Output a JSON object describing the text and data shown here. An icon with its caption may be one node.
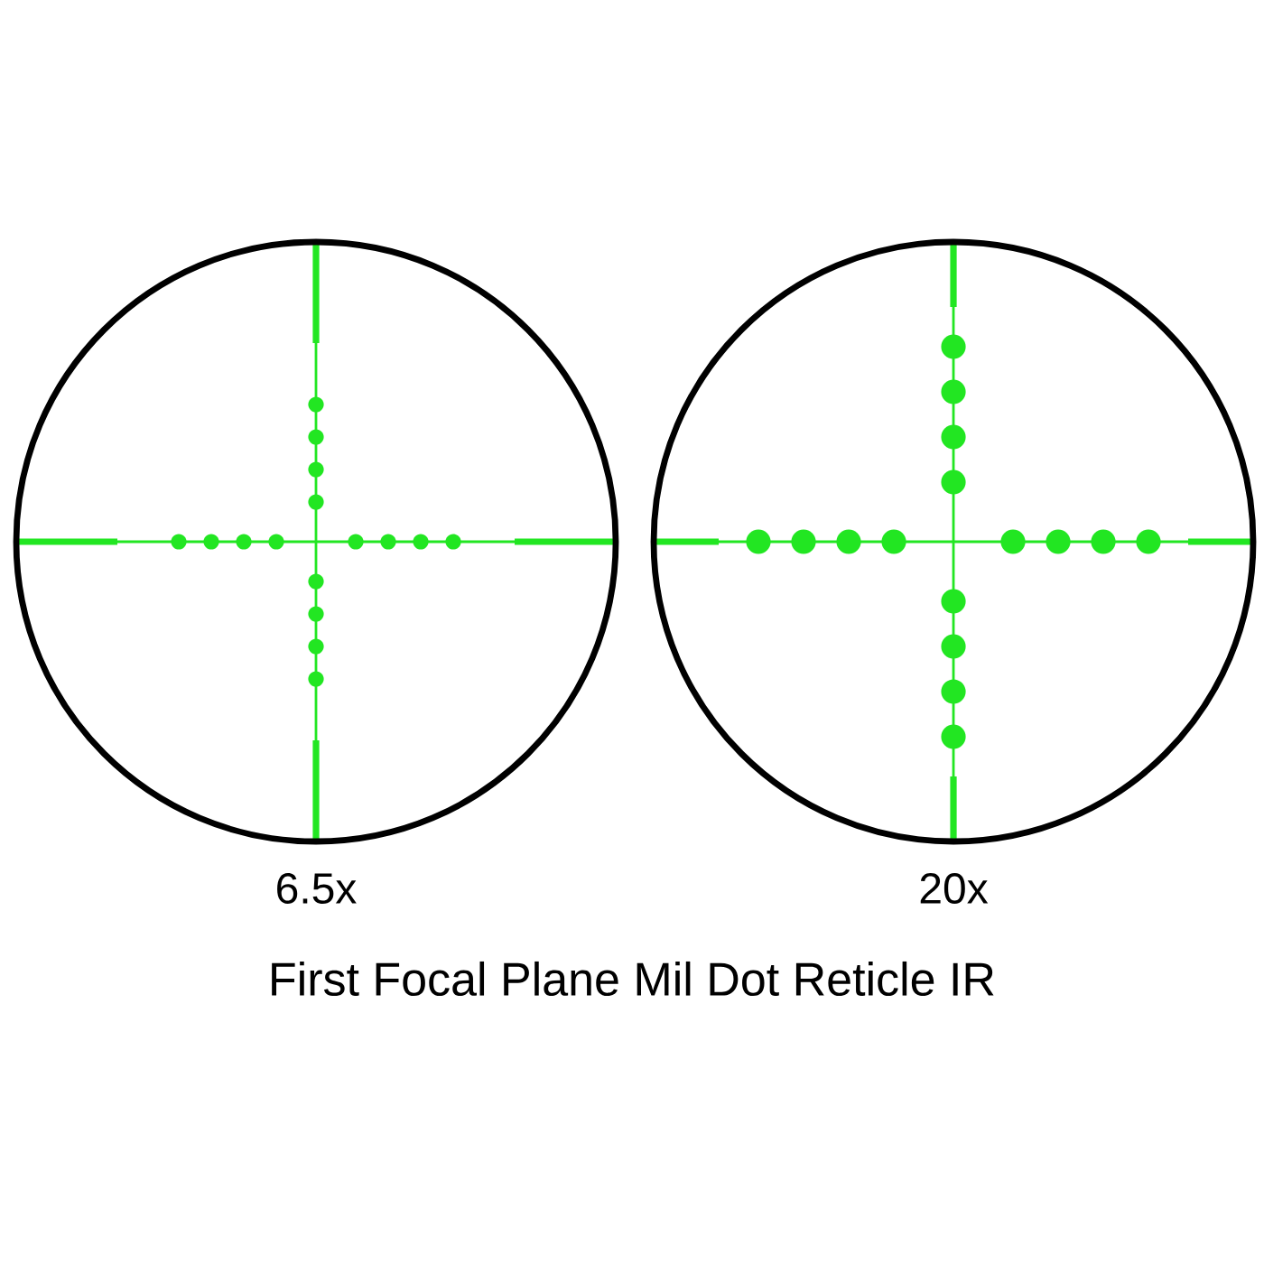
{
  "diagram": {
    "caption": "First Focal Plane Mil Dot Reticle IR",
    "nodes": [
      {
        "text": [],
        "shape": "circle",
        "beside": [
          "6.5x"
        ]
      },
      {
        "text": [],
        "shape": "circle",
        "beside": [
          "20x"
        ]
      }
    ]
  }
}
